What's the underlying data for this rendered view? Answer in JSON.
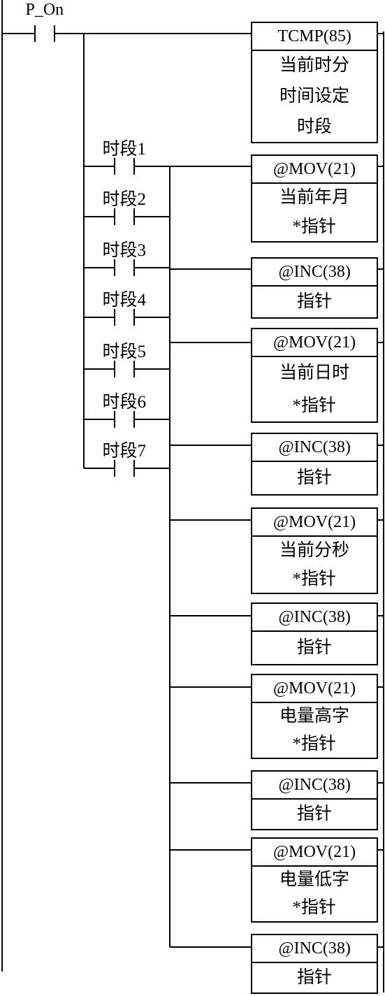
{
  "diagram": {
    "input_contact": "P_On",
    "contacts": [
      "时段1",
      "时段2",
      "时段3",
      "时段4",
      "时段5",
      "时段6",
      "时段7"
    ],
    "instructions": [
      {
        "opcode": "TCMP(85)",
        "operands": [
          "当前时分",
          "时间设定",
          "时段"
        ]
      },
      {
        "opcode": "@MOV(21)",
        "operands": [
          "当前年月",
          "*指针"
        ]
      },
      {
        "opcode": "@INC(38)",
        "operands": [
          "指针"
        ]
      },
      {
        "opcode": "@MOV(21)",
        "operands": [
          "当前日时",
          "*指针"
        ]
      },
      {
        "opcode": "@INC(38)",
        "operands": [
          "指针"
        ]
      },
      {
        "opcode": "@MOV(21)",
        "operands": [
          "当前分秒",
          "*指针"
        ]
      },
      {
        "opcode": "@INC(38)",
        "operands": [
          "指针"
        ]
      },
      {
        "opcode": "@MOV(21)",
        "operands": [
          "电量高字",
          "*指针"
        ]
      },
      {
        "opcode": "@INC(38)",
        "operands": [
          "指针"
        ]
      },
      {
        "opcode": "@MOV(21)",
        "operands": [
          "电量低字",
          "*指针"
        ]
      },
      {
        "opcode": "@INC(38)",
        "operands": [
          "指针"
        ]
      }
    ]
  }
}
